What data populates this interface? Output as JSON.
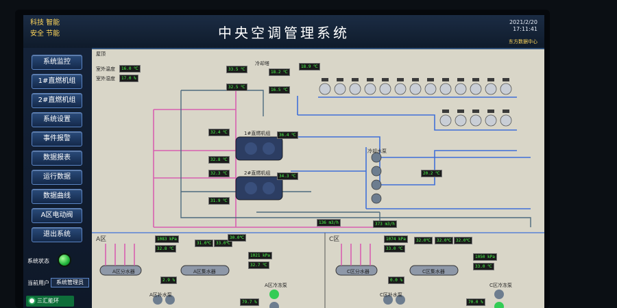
{
  "header": {
    "brand_line1": "科技 智能",
    "brand_line2": "安全 节能",
    "title": "中央空调管理系统",
    "date": "2021/2/20",
    "time": "17:11:41",
    "company": "东方数据中心"
  },
  "sidebar": {
    "items": [
      {
        "label": "系统监控"
      },
      {
        "label": "1#直燃机组"
      },
      {
        "label": "2#直燃机组"
      },
      {
        "label": "系统设置"
      },
      {
        "label": "事件报警"
      },
      {
        "label": "数据报表"
      },
      {
        "label": "运行数据"
      },
      {
        "label": "数据曲线"
      },
      {
        "label": "A区电动阀"
      },
      {
        "label": "退出系统"
      }
    ],
    "status_label": "系统状态",
    "status_color": "#1fb43a",
    "user_label": "当前用户",
    "user_value": "系统管理员",
    "logo_text": "三汇能环"
  },
  "diagram": {
    "roof_label": "屋顶",
    "outdoor_temp_label": "室外温度",
    "outdoor_temp": "16.0 ℃",
    "outdoor_humidity_label": "室外湿度",
    "outdoor_humidity": "17.0 %",
    "tower_label": "冷却塔",
    "chiller1_label": "1#直燃机组",
    "chiller2_label": "2#直燃机组",
    "pump_group_label": "冷却水泵",
    "region_a_label": "A区",
    "region_c_label": "C区",
    "a_div_label": "A区分水器",
    "a_col_label": "A区集水器",
    "a_pump_label": "A区补水泵",
    "a_cold_pump_label": "A区冷冻泵",
    "c_div_label": "C区分水器",
    "c_col_label": "C区集水器",
    "c_pump_label": "C区补水泵",
    "c_cold_pump_label": "C区冷冻泵",
    "readings": {
      "r1": "33.5 ℃",
      "r2": "18.2 ℃",
      "r3": "18.9 ℃",
      "r4": "32.5 ℃",
      "r5": "16.5 ℃",
      "r6": "32.4 ℃",
      "r7": "36.4 ℃",
      "r8": "32.8 ℃",
      "r9": "32.3 ℃",
      "r10": "34.3 ℃",
      "r11": "31.9 ℃",
      "r12": "20.2 ℃",
      "r13": "136 m3/h",
      "r14": "373 m3/h",
      "a1": "1083 kPa",
      "a2": "32.8 ℃",
      "a3": "31.0℃",
      "a4": "33.0℃",
      "a5": "30.0℃",
      "a6": "1021 kPa",
      "a7": "32.7 ℃",
      "a8": "2.9 %",
      "a9": "79.7 %",
      "c1": "1074 kPa",
      "c2": "33.0 ℃",
      "c3": "32.0℃",
      "c4": "32.0℃",
      "c5": "32.0℃",
      "c6": "1050 kPa",
      "c7": "33.0 ℃",
      "c8": "0.0 %",
      "c9": "70.0 %"
    }
  }
}
